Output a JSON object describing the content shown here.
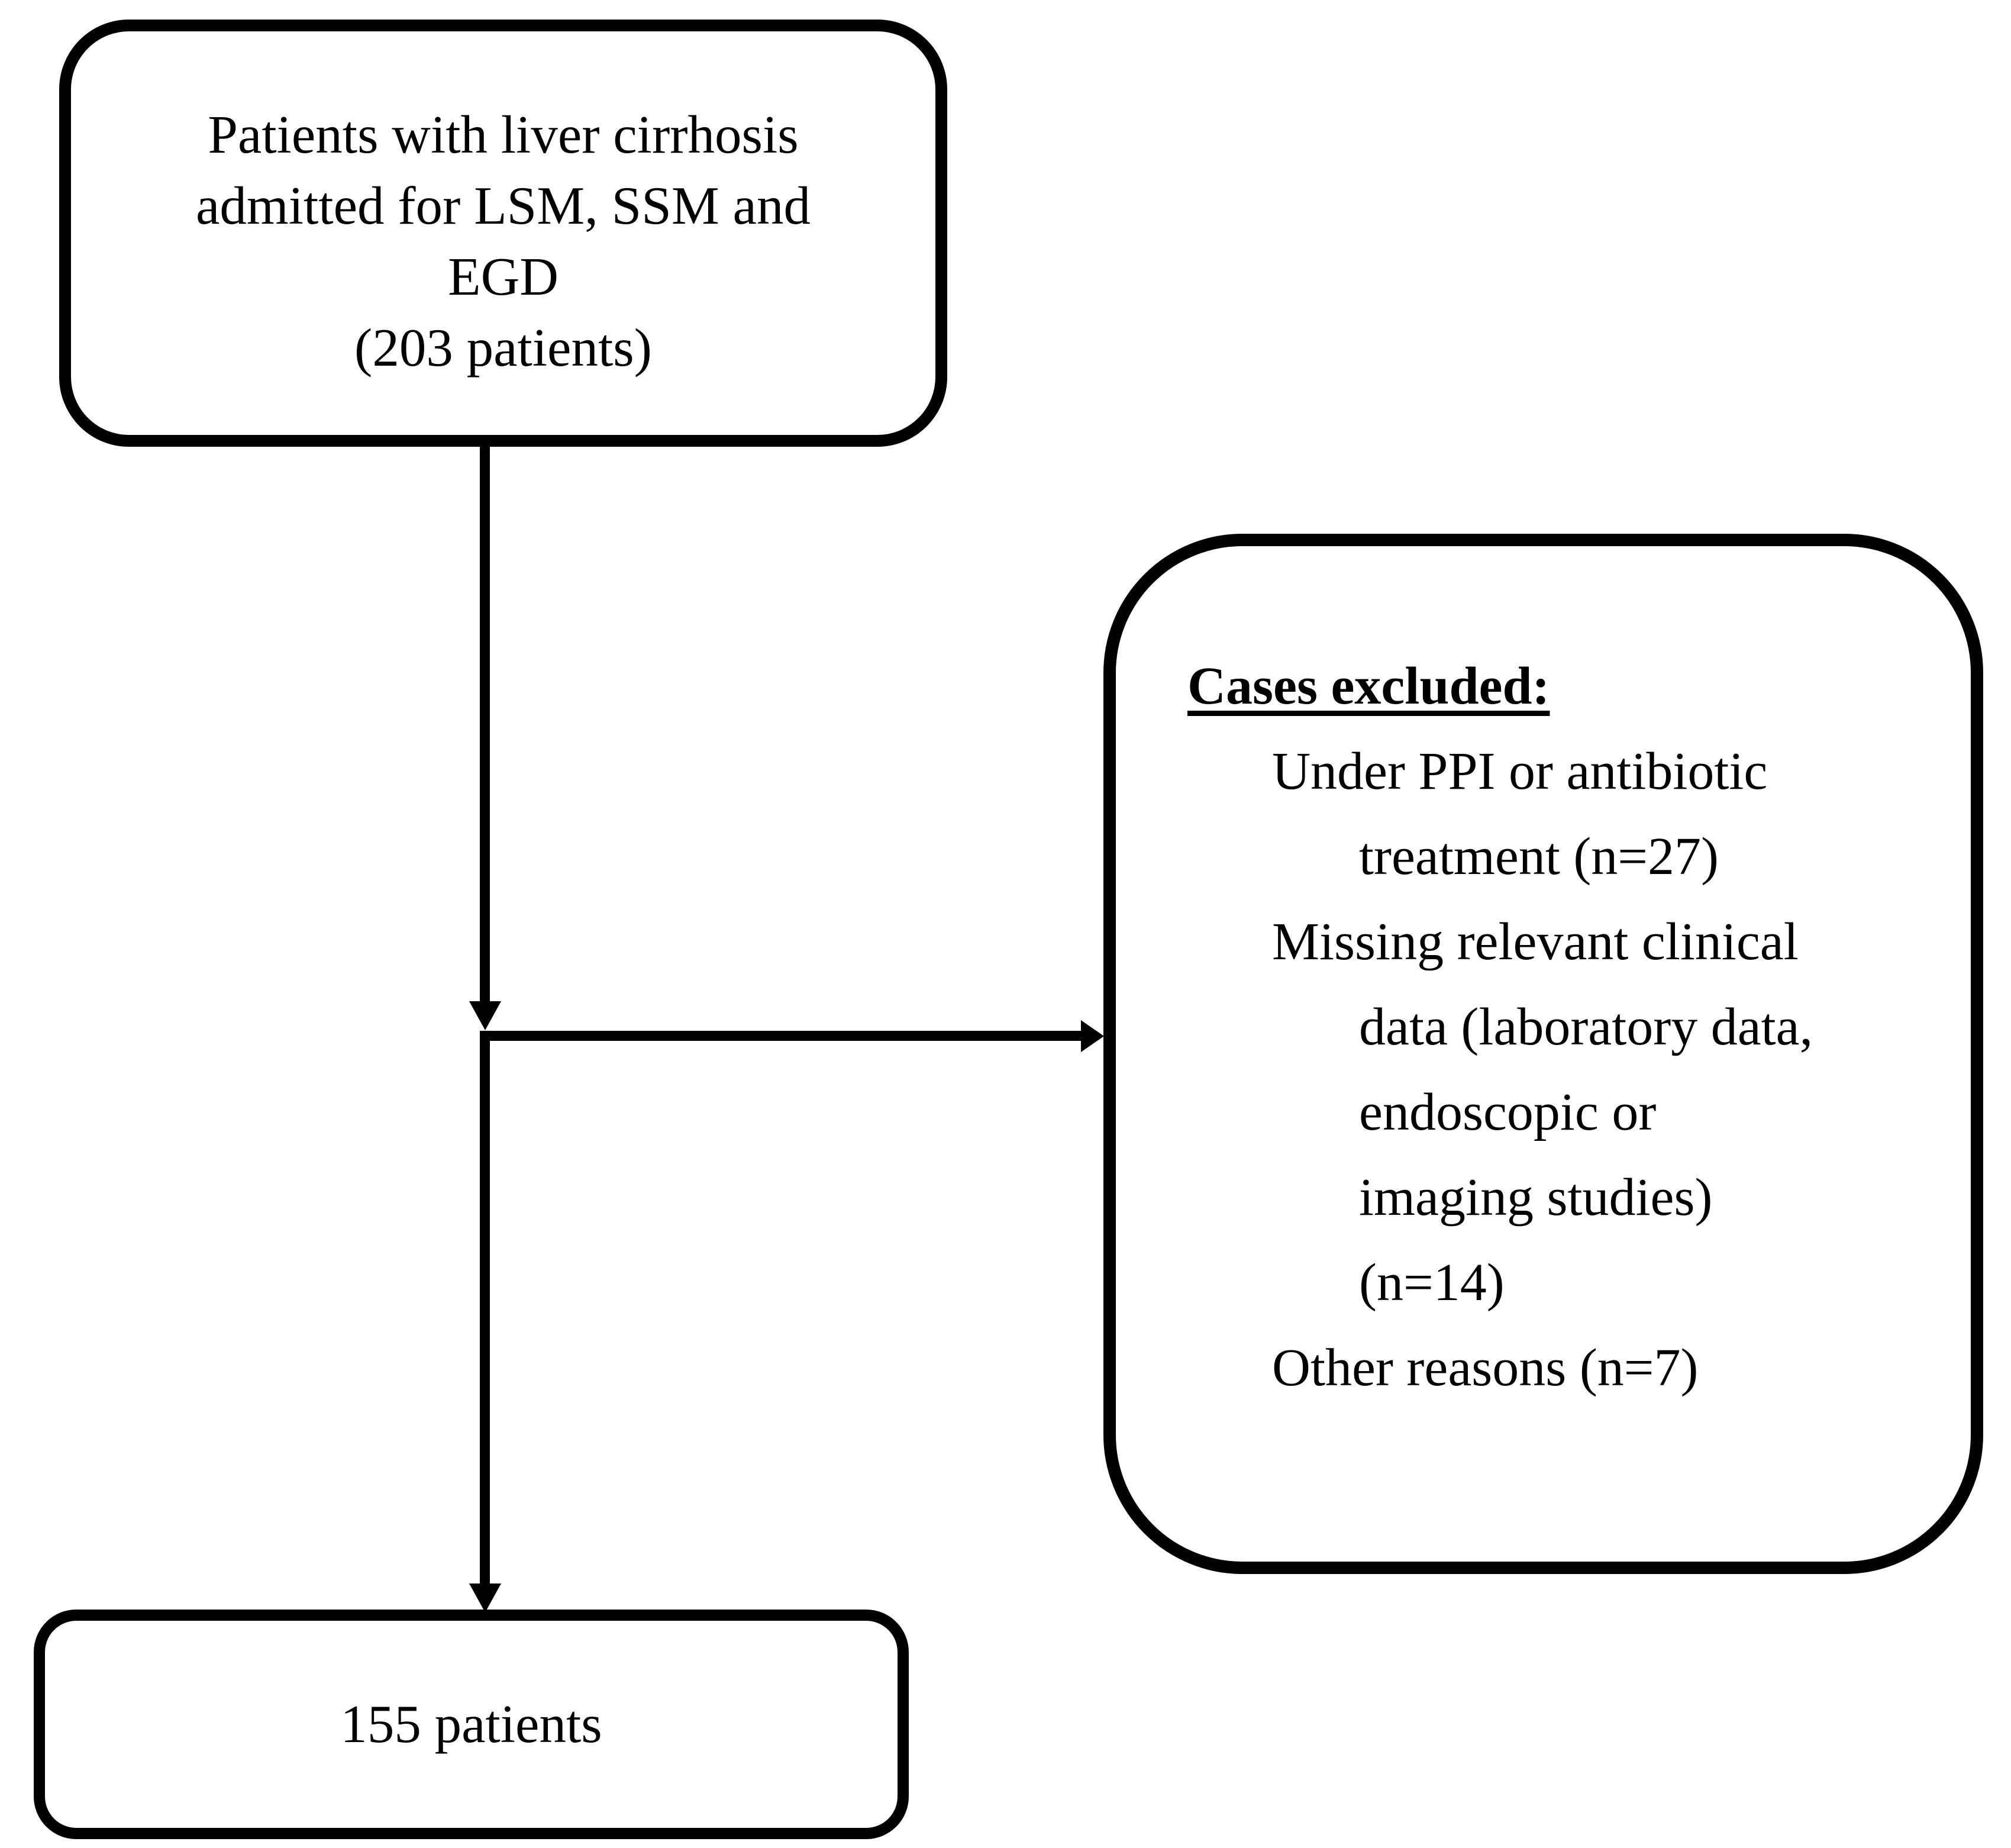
{
  "top_box": {
    "lines": [
      "Patients with liver cirrhosis",
      "admitted for LSM, SSM and",
      "EGD",
      "(203 patients)"
    ]
  },
  "excluded_box": {
    "heading": "Cases excluded:",
    "lines": [
      {
        "text": "Under PPI or antibiotic",
        "level": 1
      },
      {
        "text": "treatment (n=27)",
        "level": 2
      },
      {
        "text": "Missing relevant clinical",
        "level": 1
      },
      {
        "text": "data (laboratory data,",
        "level": 2
      },
      {
        "text": "endoscopic or",
        "level": 2
      },
      {
        "text": "imaging studies)",
        "level": 2
      },
      {
        "text": "(n=14)",
        "level": 2
      },
      {
        "text": "Other reasons (n=7)",
        "level": 1
      }
    ]
  },
  "bottom_box": {
    "label": "155 patients"
  },
  "counts": {
    "initial_patients": 203,
    "excluded_ppi_or_antibiotic": 27,
    "excluded_missing_clinical_data": 14,
    "excluded_other_reasons": 7,
    "final_patients": 155
  },
  "colors": {
    "stroke": "#000000",
    "fill": "#ffffff",
    "text": "#000000"
  }
}
